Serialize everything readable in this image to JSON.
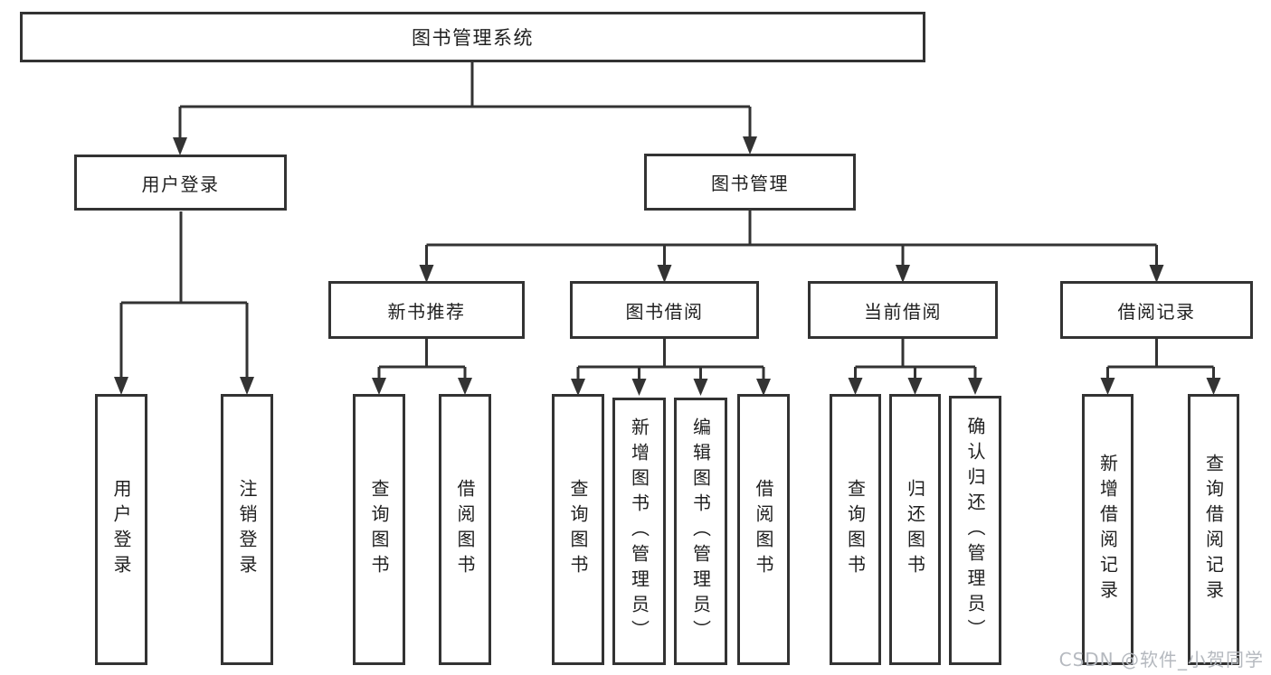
{
  "style": {
    "line_color": "#333333",
    "text_color": "#1f1f1f",
    "background_color": "#ffffff",
    "watermark_color": "#b5b9bf"
  },
  "watermark": {
    "text": "CSDN @软件_小贺同学"
  },
  "diagram": {
    "root": {
      "label": "图书管理系统"
    },
    "branches": [
      {
        "label": "用户登录",
        "children": [
          {
            "label": "用户登录"
          },
          {
            "label": "注销登录"
          }
        ]
      },
      {
        "label": "图书管理",
        "children": [
          {
            "label": "新书推荐",
            "children": [
              {
                "label": "查询图书"
              },
              {
                "label": "借阅图书"
              }
            ]
          },
          {
            "label": "图书借阅",
            "children": [
              {
                "label": "查询图书"
              },
              {
                "label": "新增图书（管理员）"
              },
              {
                "label": "编辑图书（管理员）"
              },
              {
                "label": "借阅图书"
              }
            ]
          },
          {
            "label": "当前借阅",
            "children": [
              {
                "label": "查询图书"
              },
              {
                "label": "归还图书"
              },
              {
                "label": "确认归还（管理员）"
              }
            ]
          },
          {
            "label": "借阅记录",
            "children": [
              {
                "label": "新增借阅记录"
              },
              {
                "label": "查询借阅记录"
              }
            ]
          }
        ]
      }
    ]
  }
}
